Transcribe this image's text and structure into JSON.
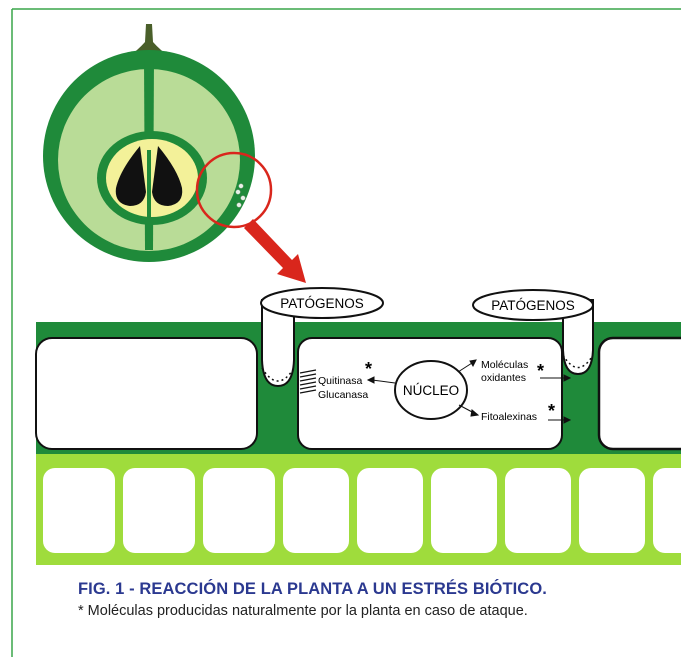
{
  "diagram": {
    "pathogen_label_left": "PATÓGENOS",
    "pathogen_label_right": "PATÓGENOS",
    "nucleus_label": "NÚCLEO",
    "enzymes_label_1": "Quitinasa",
    "enzymes_label_2": "Glucanasa",
    "oxidants_label_1": "Moléculas",
    "oxidants_label_2": "oxidantes",
    "phytoalexins_label": "Fitoalexinas",
    "asterisk": "*"
  },
  "caption": {
    "title": "FIG. 1 - REACCIÓN DE LA PLANTA A UN ESTRÉS BIÓTICO.",
    "note": "* Moléculas producidas naturalmente por la planta en caso de ataque."
  },
  "colors": {
    "frame": "#3aa64a",
    "dark_green": "#1f8a3a",
    "light_green": "#9fdc3c",
    "pale_green": "#b9dc97",
    "yellow": "#f3f199",
    "alert_red": "#d9261c",
    "caption_blue": "#2b3990"
  }
}
